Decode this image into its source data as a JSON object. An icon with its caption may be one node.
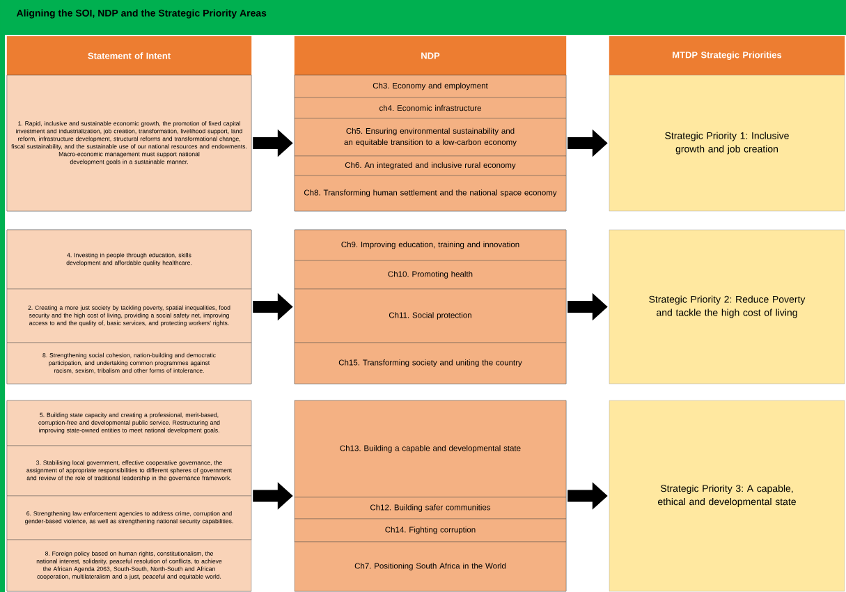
{
  "diagram": {
    "title": "Aligning the SOI, NDP and the Strategic Priority Areas",
    "nodes": [
      {
        "text": [
          "Statement of Intent"
        ]
      },
      {
        "text": [
          "NDP"
        ]
      },
      {
        "text": [
          "MTDP Strategic Priorities"
        ]
      },
      {
        "text": [],
        "shape": "box"
      },
      {
        "text": [
          "1. Rapid, inclusive and sustainable economic growth, the promotion of fixed capital investment and industrialization, job creation, transformation, livelihood support, land reform, infrastructure development, structural reforms and transformational change, fiscal sustainability, and the sustainable use of our national resources and endowments.",
          "Macro-economic management must support national development goals in a sustainable manner."
        ],
        "in": 3
      },
      {
        "text": [],
        "shape": "box"
      },
      {
        "text": [
          "Ch3. Economy and employment"
        ],
        "in": 5
      },
      {
        "text": [
          "ch4. Economic infrastructure"
        ],
        "in": 5
      },
      {
        "text": [
          "Ch5. Ensuring environmental sustainability and an equitable transition to a low-carbon economy"
        ],
        "in": 5
      },
      {
        "text": [
          "Ch6. An integrated and inclusive rural economy"
        ],
        "in": 5
      },
      {
        "text": [
          "Ch8. Transforming human settlement and the national space economy"
        ],
        "in": 5
      },
      {
        "text": [
          "Strategic Priority 1: Inclusive growth and job creation"
        ]
      },
      {
        "text": [],
        "shape": "box"
      },
      {
        "text": [
          "4. Investing in people through education, skills development and affordable quality healthcare."
        ],
        "in": 12
      },
      {
        "text": [
          "2. Creating a more just society by tackling poverty, spatial inequalities, food security and the high cost of living, providing a social safety net, improving access to and the quality of, basic services, and protecting workers' rights."
        ],
        "in": 12
      },
      {
        "text": [
          "8. Strengthening social cohesion, nation-building and democratic participation, and undertaking common programmes against racism, sexism, tribalism and other forms of intolerance."
        ],
        "in": 12
      },
      {
        "text": [],
        "shape": "box"
      },
      {
        "text": [
          "Ch9. Improving education, training and innovation"
        ],
        "in": 16
      },
      {
        "text": [
          "Ch10. Promoting health"
        ],
        "in": 16
      },
      {
        "text": [
          "Ch11. Social protection"
        ],
        "in": 16
      },
      {
        "text": [
          "Ch15. Transforming society and uniting the country"
        ],
        "in": 16
      },
      {
        "text": [
          "Strategic Priority 2: Reduce Poverty and tackle the high cost of living"
        ]
      },
      {
        "text": [],
        "shape": "box"
      },
      {
        "text": [
          "5. Building state capacity and creating a professional, merit-based, corruption-free and developmental public service. Restructuring and improving state-owned entities to meet national development goals."
        ],
        "in": 22
      },
      {
        "text": [
          "3. Stabilising local government, effective cooperative governance, the assignment of appropriate responsibilities to different spheres of government and review of the role of traditional leadership in the governance framework."
        ],
        "in": 22
      },
      {
        "text": [
          "6. Strengthening law enforcement agencies to address crime, corruption and gender-based violence, as well as strengthening national security capabilities."
        ],
        "in": 22
      },
      {
        "text": [
          "8. Foreign policy based on human rights, constitutionalism, the national interest, solidarity, peaceful resolution of conflicts, to achieve the African Agenda 2063, South-South, North-South and African cooperation, multilateralism and a just, peaceful and equitable world."
        ],
        "in": 22
      },
      {
        "text": [],
        "shape": "box"
      },
      {
        "text": [
          "Ch13. Building a capable and developmental state"
        ],
        "in": 27
      },
      {
        "text": [
          "Ch12. Building safer communities"
        ],
        "in": 27
      },
      {
        "text": [
          "Ch14. Fighting corruption"
        ],
        "in": 27
      },
      {
        "text": [
          "Ch7. Positioning South Africa in the World"
        ],
        "in": 27
      },
      {
        "text": [
          "Strategic Priority 3: A capable, ethical and developmental state"
        ]
      }
    ],
    "edges": [
      {
        "from": 3,
        "to": 5,
        "arrow": "to"
      },
      {
        "from": 5,
        "to": 11,
        "arrow": "to"
      },
      {
        "from": 12,
        "to": 16,
        "arrow": "to"
      },
      {
        "from": 16,
        "to": 21,
        "arrow": "to"
      },
      {
        "from": 22,
        "to": 27,
        "arrow": "to"
      },
      {
        "from": 27,
        "to": 32,
        "arrow": "to"
      }
    ]
  }
}
